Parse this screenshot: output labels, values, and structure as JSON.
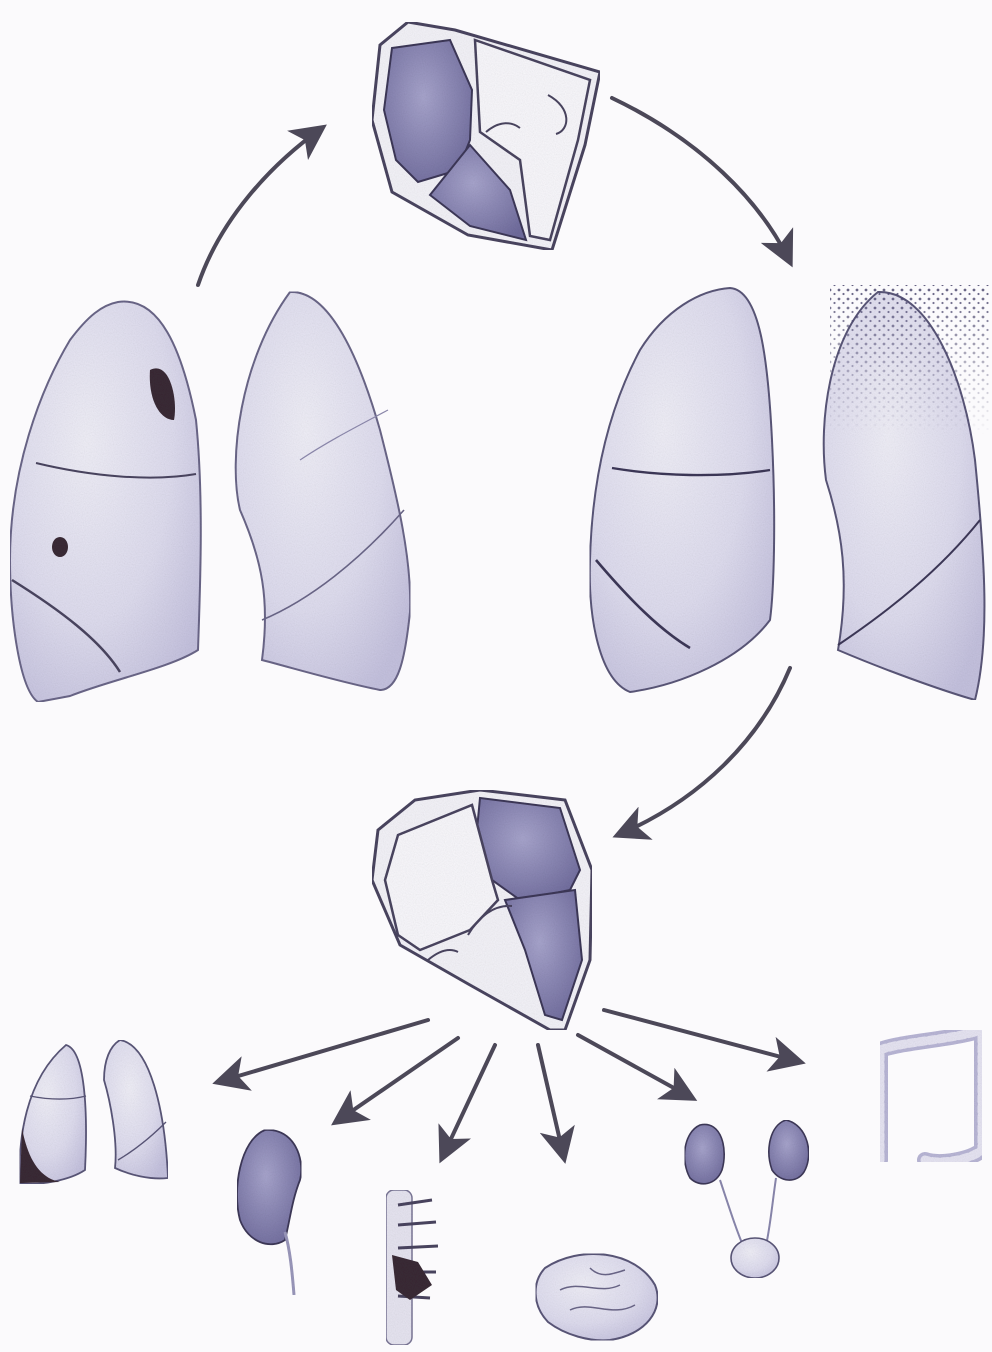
{
  "diagram": {
    "colors": {
      "background": "#fbfafc",
      "organ_fill": "#e2e0f0",
      "organ_shade": "#b9b6d6",
      "cavity_fill": "#8f8cba",
      "lesion": "#3a2a35",
      "outline": "#4a4560",
      "arrow": "#4c4858"
    },
    "nodes": [
      {
        "id": "heart-right-side",
        "icon": "heart-cross-section-right-shaded"
      },
      {
        "id": "lungs-with-lesions",
        "icon": "lungs-pair"
      },
      {
        "id": "lungs-apical-seeding",
        "icon": "lungs-pair-stippled-apex"
      },
      {
        "id": "heart-left-side",
        "icon": "heart-cross-section-left-shaded"
      },
      {
        "id": "target-lungs",
        "icon": "lungs-pair-small"
      },
      {
        "id": "target-kidney",
        "icon": "kidney"
      },
      {
        "id": "target-spine",
        "icon": "vertebral-column"
      },
      {
        "id": "target-brain",
        "icon": "brain"
      },
      {
        "id": "target-urinary-tract",
        "icon": "kidneys-ureters-bladder"
      },
      {
        "id": "target-colon",
        "icon": "colon"
      }
    ],
    "edges": [
      {
        "from": "lungs-with-lesions",
        "to": "heart-right-side"
      },
      {
        "from": "heart-right-side",
        "to": "lungs-apical-seeding"
      },
      {
        "from": "lungs-apical-seeding",
        "to": "heart-left-side"
      },
      {
        "from": "heart-left-side",
        "to": "target-lungs"
      },
      {
        "from": "heart-left-side",
        "to": "target-kidney"
      },
      {
        "from": "heart-left-side",
        "to": "target-spine"
      },
      {
        "from": "heart-left-side",
        "to": "target-brain"
      },
      {
        "from": "heart-left-side",
        "to": "target-urinary-tract"
      },
      {
        "from": "heart-left-side",
        "to": "target-colon"
      }
    ]
  }
}
